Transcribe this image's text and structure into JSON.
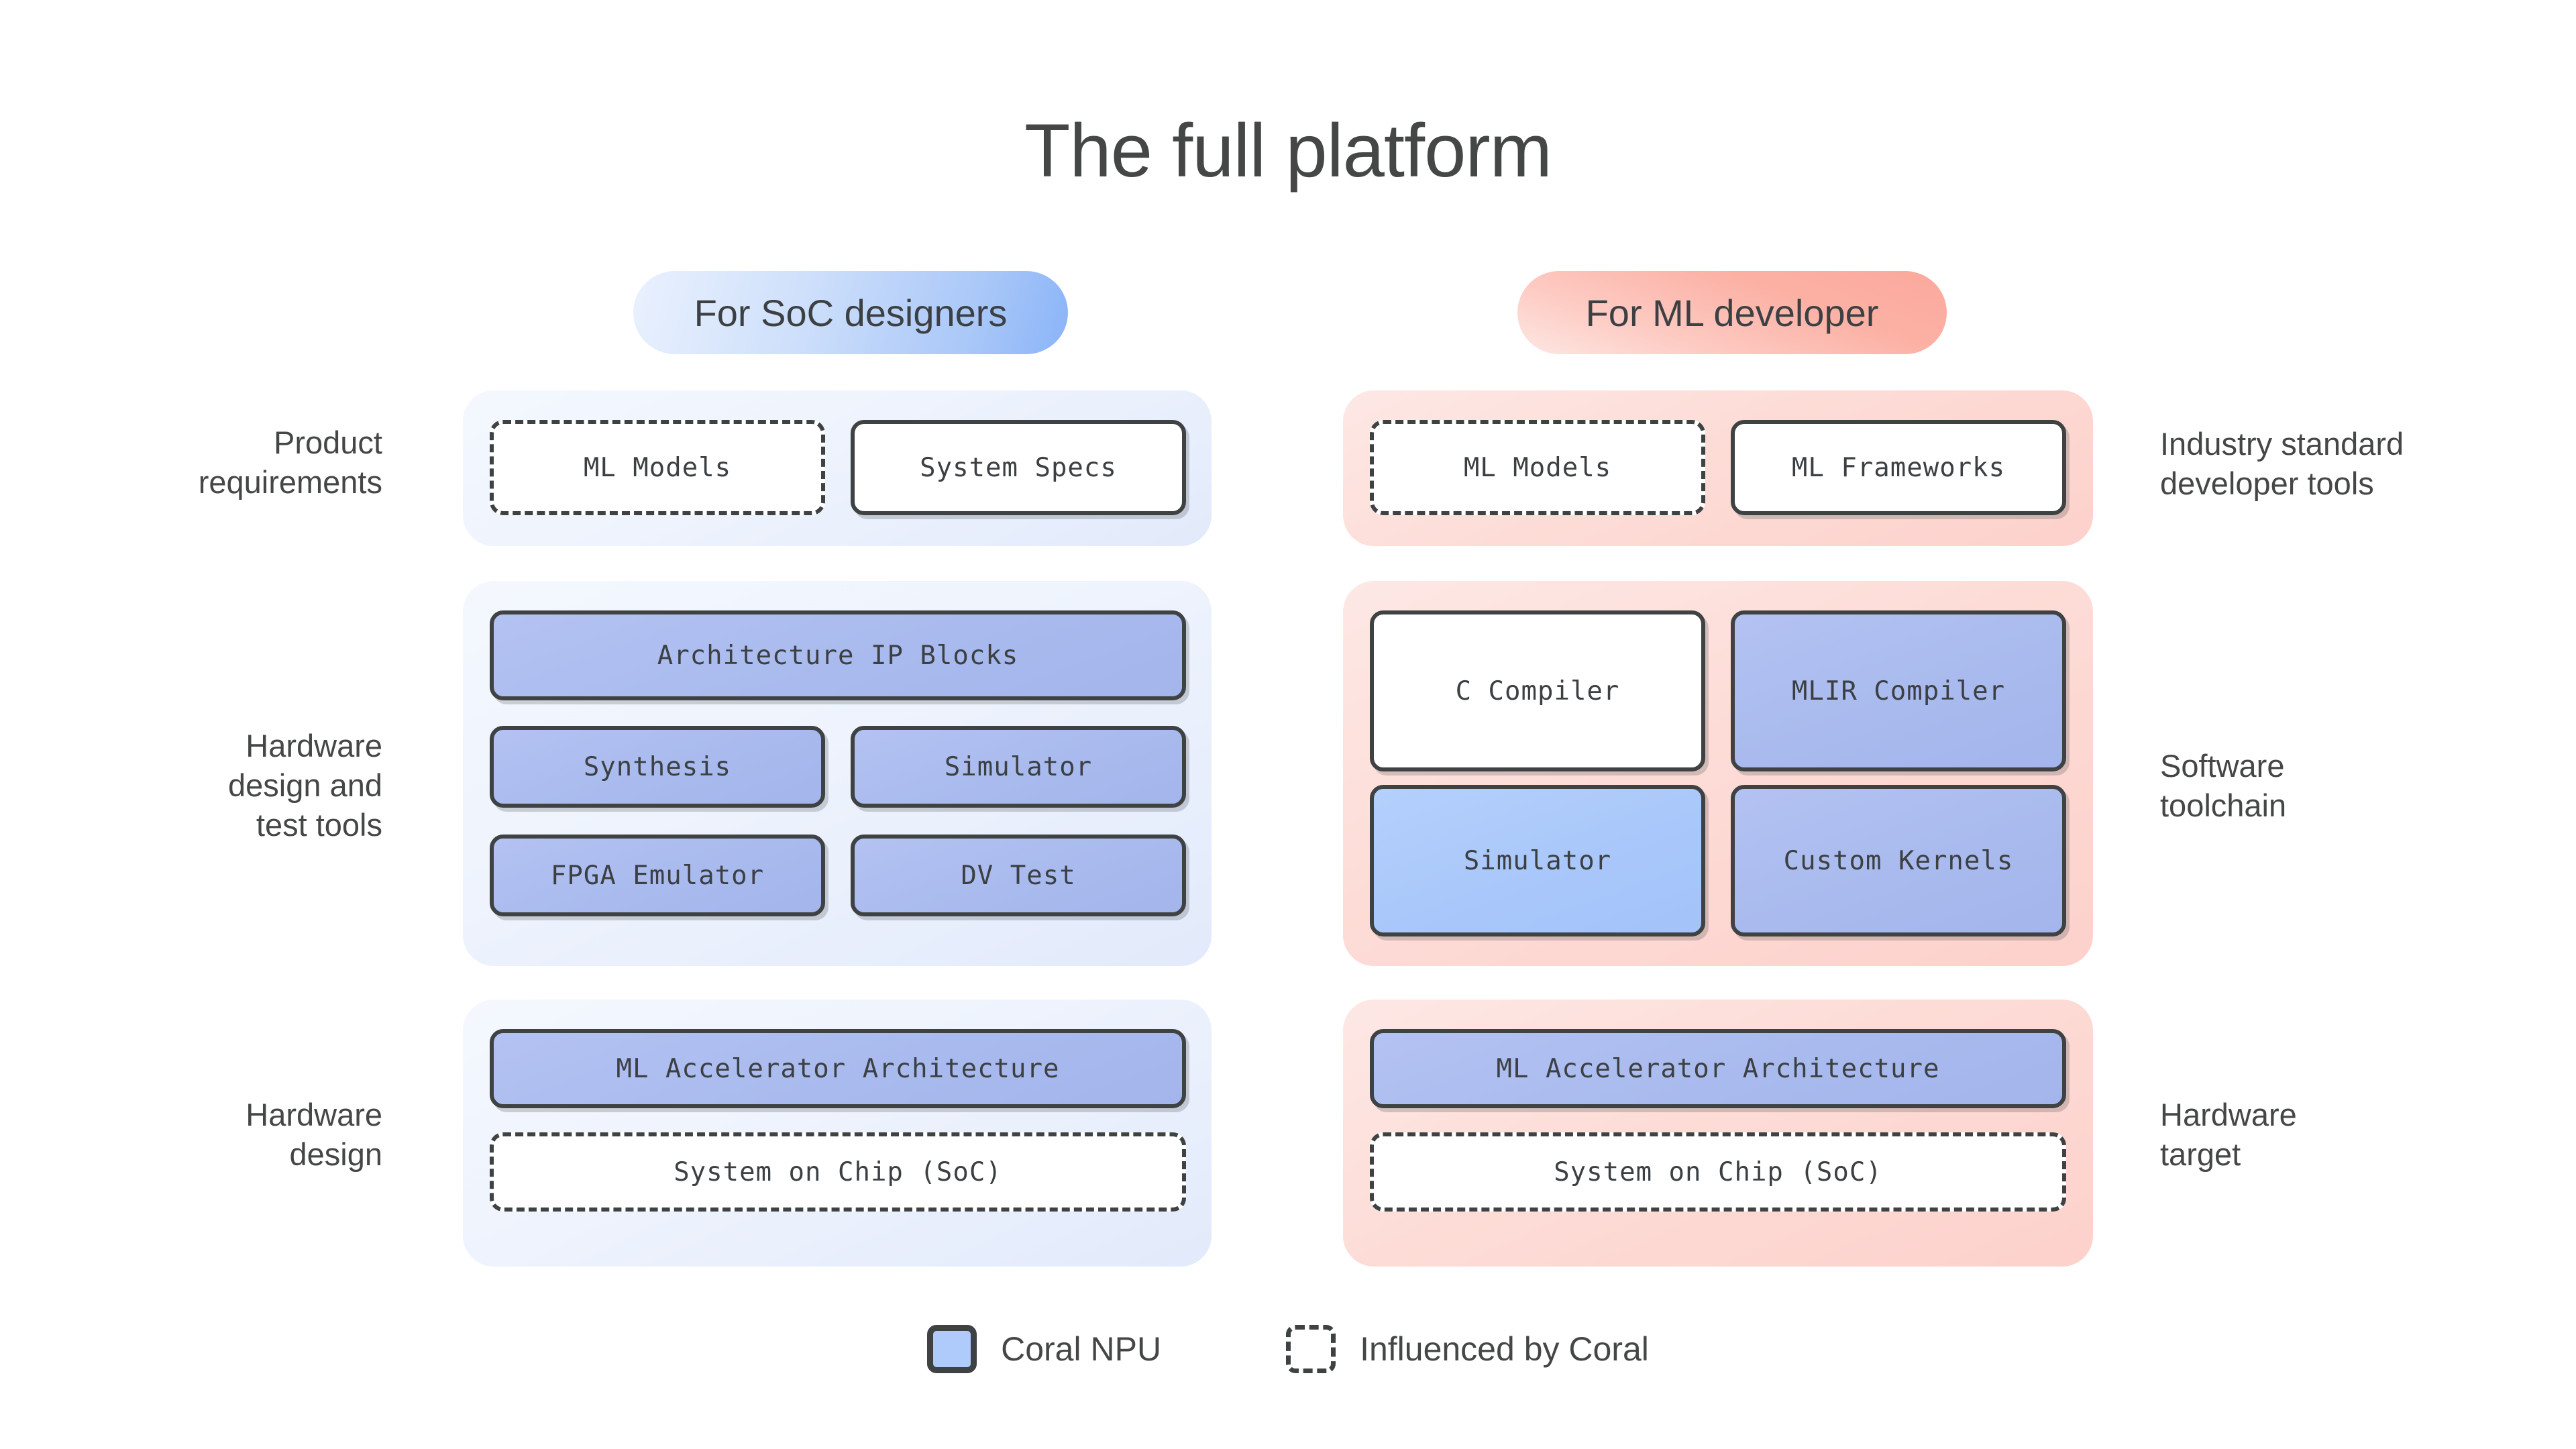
{
  "title": "The full platform",
  "columns": {
    "left": {
      "pill_label": "For SoC designers",
      "rows": [
        {
          "side_label": "Product\nrequirements",
          "nodes": [
            {
              "label": "ML Models",
              "style": "dashed"
            },
            {
              "label": "System Specs",
              "style": "solid-white"
            }
          ]
        },
        {
          "side_label": "Hardware\ndesign and\ntest tools",
          "nodes": [
            {
              "label": "Architecture IP Blocks",
              "style": "solid-blue"
            },
            {
              "label": "Synthesis",
              "style": "solid-blue"
            },
            {
              "label": "Simulator",
              "style": "solid-blue"
            },
            {
              "label": "FPGA Emulator",
              "style": "solid-blue"
            },
            {
              "label": "DV Test",
              "style": "solid-blue"
            }
          ]
        },
        {
          "side_label": "Hardware\ndesign",
          "nodes": [
            {
              "label": "ML Accelerator Architecture",
              "style": "solid-blue"
            },
            {
              "label": "System on Chip (SoC)",
              "style": "dashed"
            }
          ]
        }
      ]
    },
    "right": {
      "pill_label": "For ML developer",
      "rows": [
        {
          "side_label": "Industry standard\ndeveloper tools",
          "nodes": [
            {
              "label": "ML Models",
              "style": "dashed"
            },
            {
              "label": "ML Frameworks",
              "style": "solid-white"
            }
          ]
        },
        {
          "side_label": "Software\ntoolchain",
          "nodes": [
            {
              "label": "C Compiler",
              "style": "solid-white"
            },
            {
              "label": "MLIR Compiler",
              "style": "solid-blue"
            },
            {
              "label": "Simulator",
              "style": "solid-lightblue"
            },
            {
              "label": "Custom Kernels",
              "style": "solid-blue"
            }
          ]
        },
        {
          "side_label": "Hardware\ntarget",
          "nodes": [
            {
              "label": "ML Accelerator Architecture",
              "style": "solid-blue"
            },
            {
              "label": "System on Chip (SoC)",
              "style": "dashed"
            }
          ]
        }
      ]
    }
  },
  "side_labels": {
    "left": [
      "Product requirements",
      "Hardware design and test tools",
      "Hardware design"
    ],
    "right": [
      "Industry standard developer tools",
      "Software toolchain",
      "Hardware target"
    ]
  },
  "legend": {
    "items": [
      {
        "label": "Coral NPU",
        "swatch": "filled"
      },
      {
        "label": "Influenced by Coral",
        "swatch": "dashed"
      }
    ]
  },
  "colors": {
    "panel_blue": "#eef3fd",
    "panel_pink": "#fddcd7",
    "node_blue": "#a9baee",
    "node_light_blue": "#aecbfb",
    "border_dark": "#3f4243",
    "text": "#444746",
    "pill_blue_accent": "#8ab4f8",
    "pill_pink_accent": "#fba89c"
  },
  "lines": {
    "product_1": "Product",
    "product_2": "requirements",
    "hwtools_1": "Hardware",
    "hwtools_2": "design and",
    "hwtools_3": "test tools",
    "hwdesign_1": "Hardware",
    "hwdesign_2": "design",
    "industry_1": "Industry standard",
    "industry_2": "developer tools",
    "software_1": "Software",
    "software_2": "toolchain",
    "hwtarget_1": "Hardware",
    "hwtarget_2": "target"
  }
}
